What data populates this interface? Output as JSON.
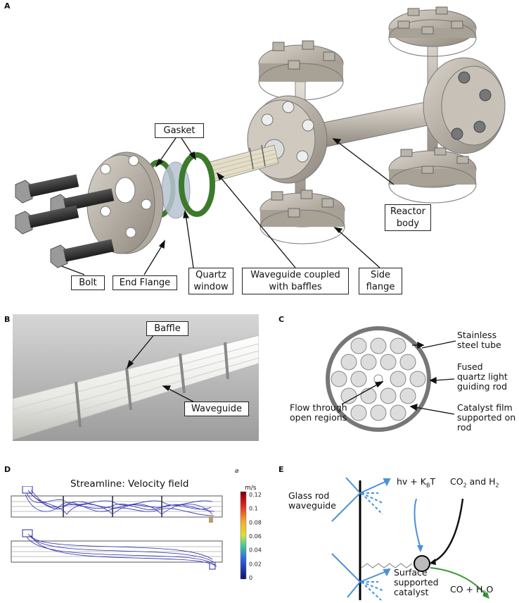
{
  "panel_a": {
    "letter": "A",
    "labels": {
      "gasket": "Gasket",
      "reactor_body_1": "Reactor",
      "reactor_body_2": "body",
      "bolt": "Bolt",
      "end_flange": "End Flange",
      "quartz_window_1": "Quartz",
      "quartz_window_2": "window",
      "waveguide_1": "Waveguide coupled",
      "waveguide_2": "with baffles",
      "side_flange_1": "Side",
      "side_flange_2": "flange"
    }
  },
  "panel_b": {
    "letter": "B",
    "labels": {
      "baffle": "Baffle",
      "waveguide": "Waveguide"
    }
  },
  "panel_c": {
    "letter": "C",
    "labels": {
      "tube_1": "Stainless",
      "tube_2": "steel tube",
      "rod_1": "Fused",
      "rod_2": "quartz light",
      "rod_3": "guiding rod",
      "film_1": "Catalyst film",
      "film_2": "supported on",
      "film_3": "rod",
      "flow_1": "Flow through",
      "flow_2": "open regions"
    }
  },
  "panel_d": {
    "letter": "D",
    "title": "Streamline: Velocity field",
    "unit": "m/s",
    "ticks": [
      "0.12",
      "0.1",
      "0.08",
      "0.06",
      "0.04",
      "0.02",
      "0"
    ],
    "corner_mark": "⌀"
  },
  "panel_e": {
    "letter": "E",
    "labels": {
      "glass_1": "Glass rod",
      "glass_2": "waveguide",
      "energy": "hv + K",
      "energy_sub": "B",
      "energy_end": "T",
      "reactants_a": "CO",
      "reactants_sub": "2",
      "reactants_b": " and H",
      "reactants_sub2": "2",
      "surface_1": "Surface",
      "surface_2": "supported",
      "surface_3": "catalyst",
      "products_a": "CO + H",
      "products_sub": "2",
      "products_b": "O"
    },
    "colors": {
      "light": "#4a90d9",
      "reactant": "#111111",
      "product": "#3a9a3a"
    }
  }
}
